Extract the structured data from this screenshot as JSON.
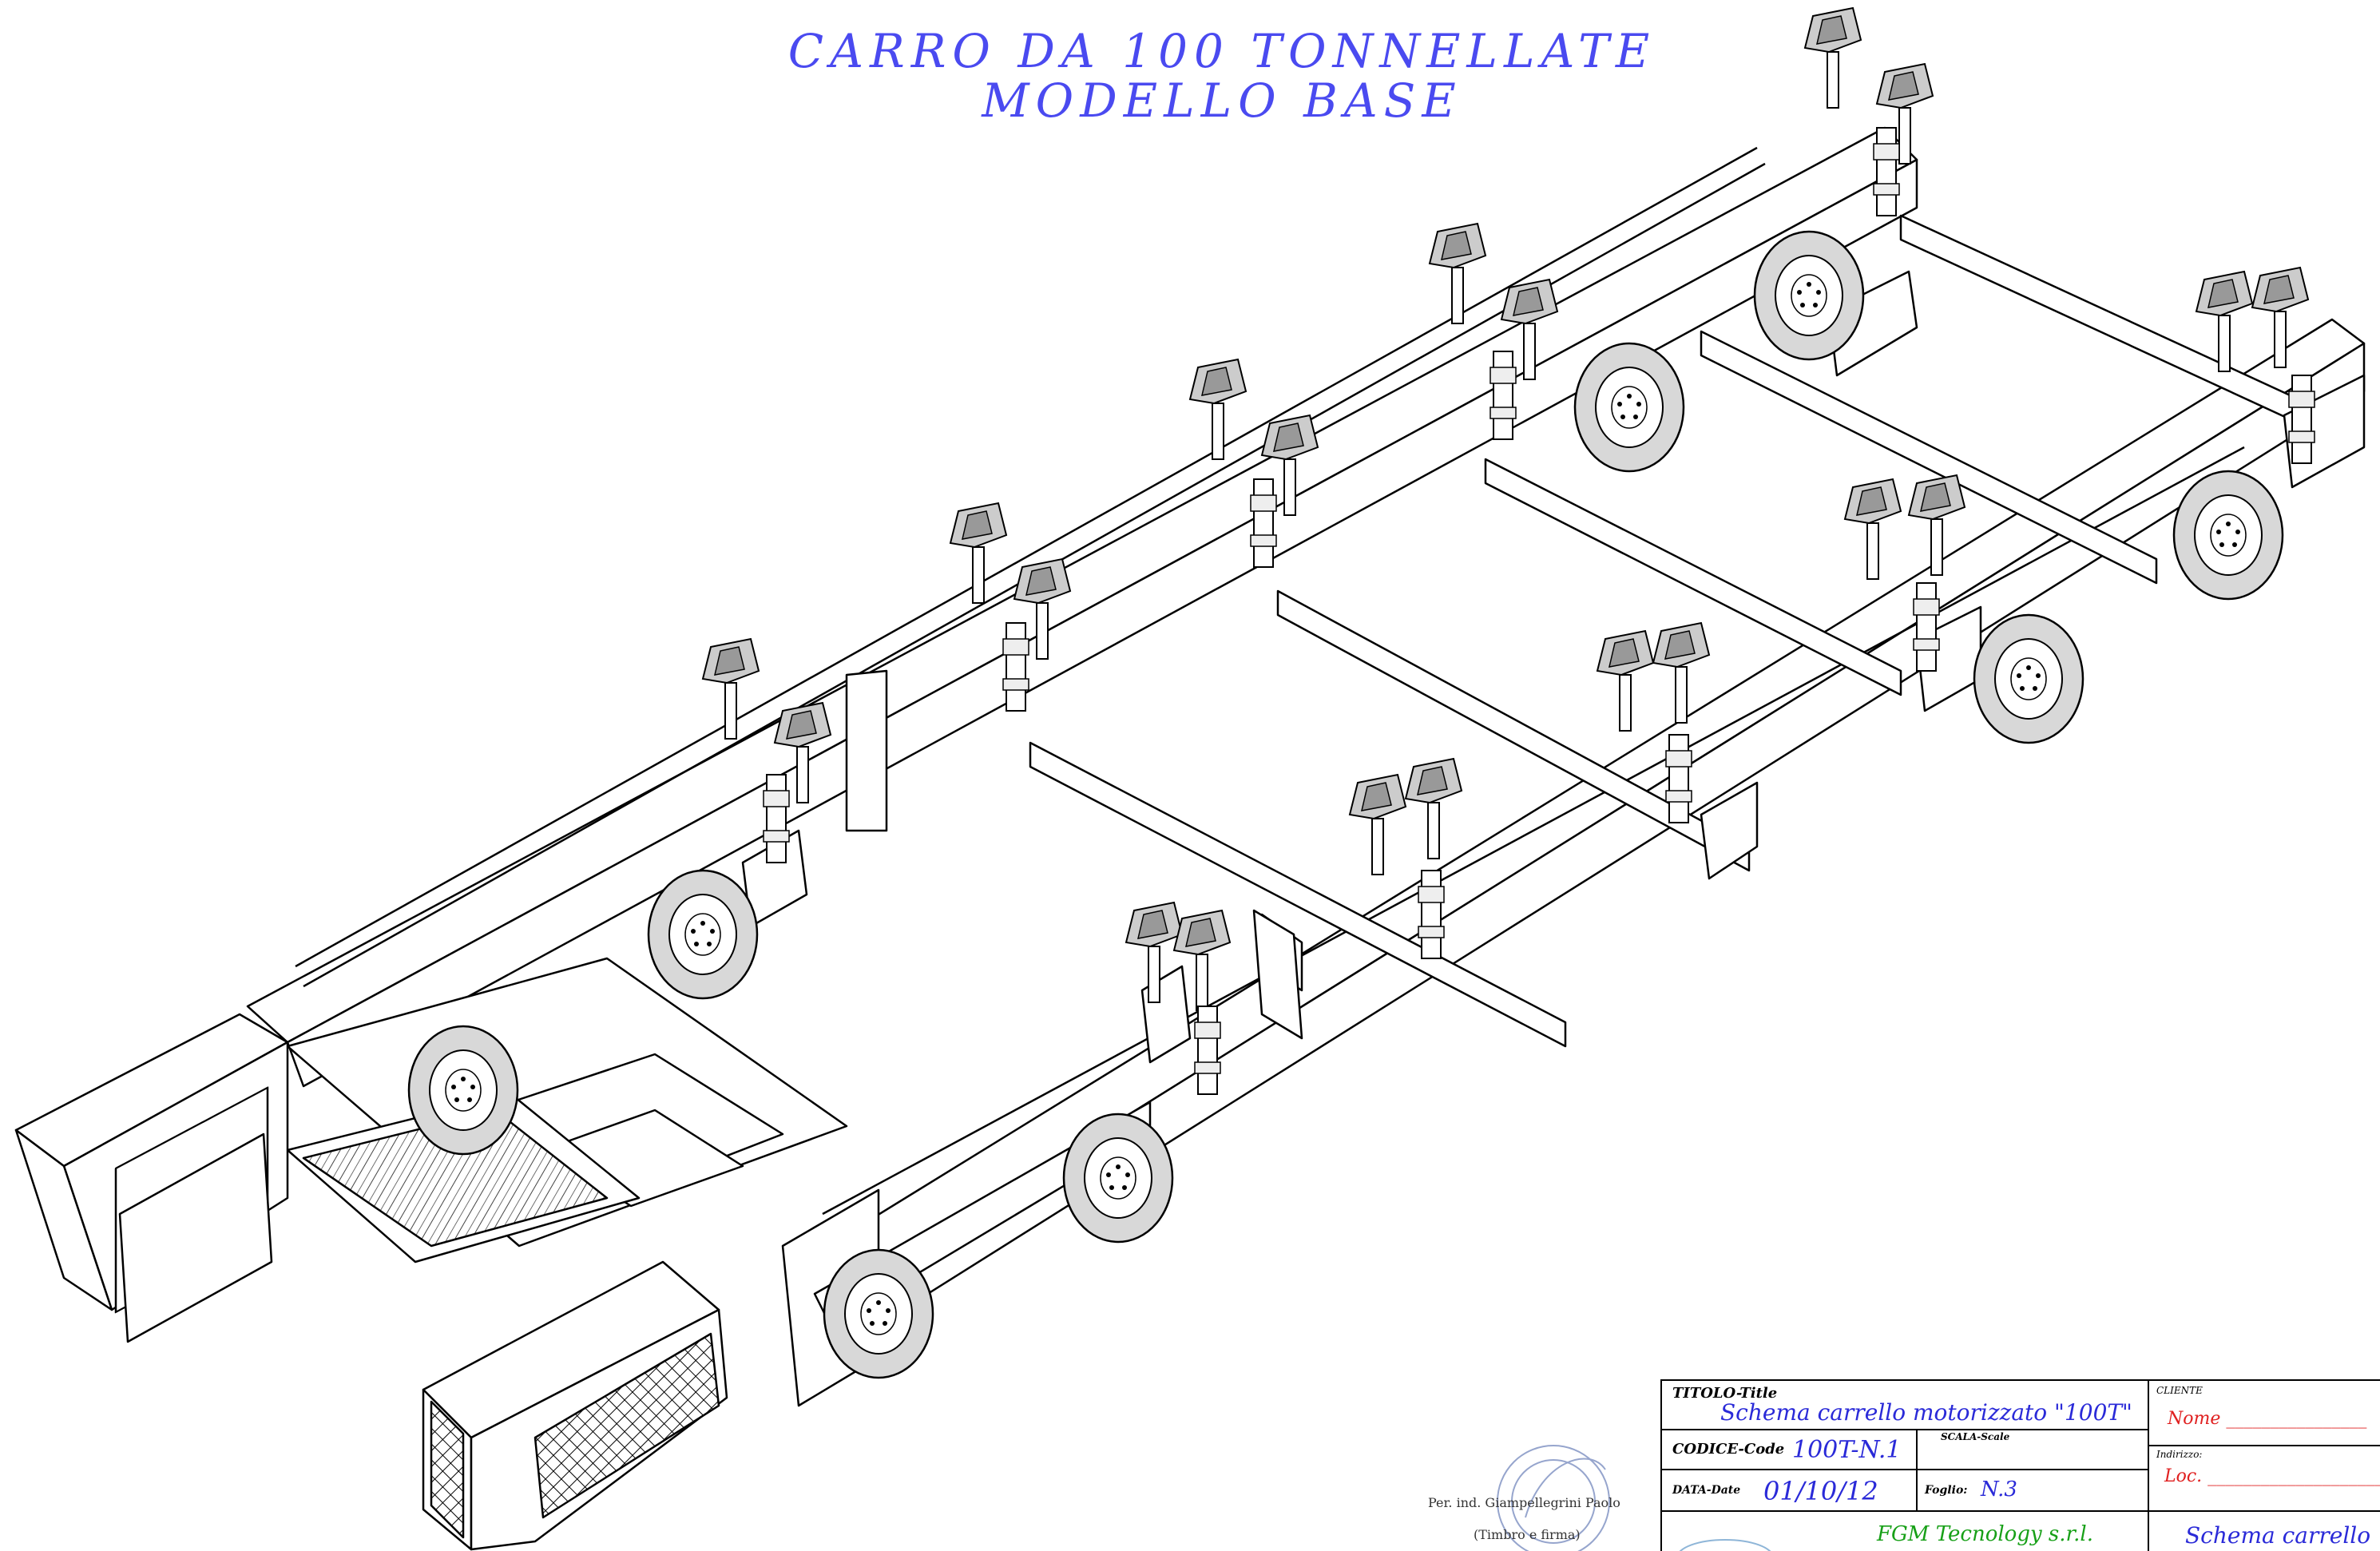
{
  "title": {
    "line1": "CARRO DA 100 TONNELLATE",
    "line2": "MODELLO BASE"
  },
  "title_block": {
    "titolo_label": "TITOLO-Title",
    "titolo_value": "Schema carrello motorizzato \"100T\"",
    "codice_label": "CODICE-Code",
    "codice_value": "100T-N.1",
    "scala_label": "SCALA-Scale",
    "data_label": "DATA-Date",
    "data_value": "01/10/12",
    "foglio_label": "Foglio:",
    "foglio_value": "N.3",
    "cliente_label": "CLIENTE",
    "nome_label": "Nome",
    "indirizzo_label": "Indirizzo:",
    "loc_label": "Loc.",
    "company": "FGM Tecnology s.r.l.",
    "bottom_right": "Schema carrello"
  },
  "stamp": {
    "name": "Per. ind. Giampellegrini Paolo",
    "sign": "(Timbro e firma)"
  },
  "colors": {
    "title": "#4a4af0",
    "title_block_text": "#2a2ad8",
    "client_text": "#e02020",
    "company": "#18a018",
    "wheel": "#d8d8d8"
  }
}
